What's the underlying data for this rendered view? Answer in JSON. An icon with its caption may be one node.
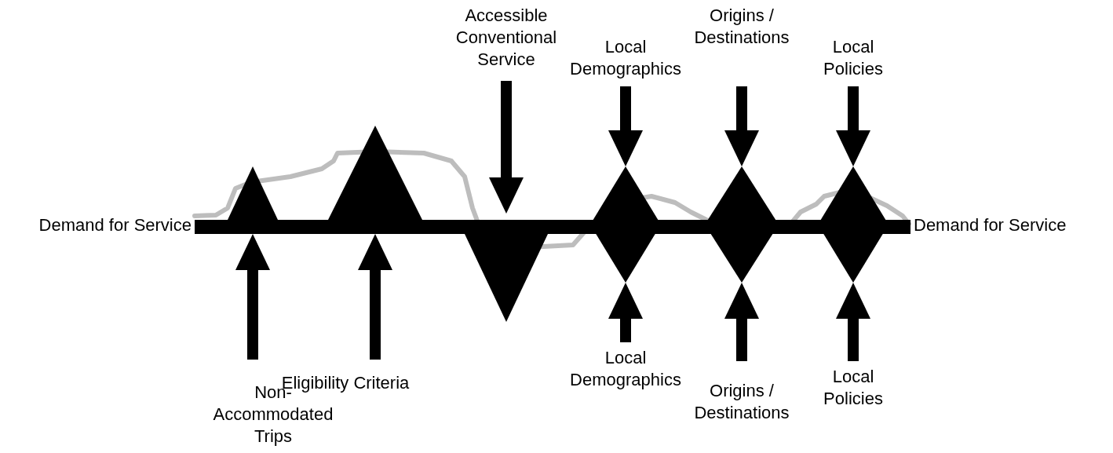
{
  "diagram": {
    "nodes": [
      {
        "text": [],
        "shape": "triangle"
      },
      {
        "text": [],
        "shape": "triangle"
      },
      {
        "text": [],
        "shape": "triangle"
      },
      {
        "text": [],
        "shape": "diamond"
      },
      {
        "text": [],
        "shape": "diamond"
      },
      {
        "text": [],
        "shape": "diamond"
      },
      {
        "text": [
          "Accessible Conventional Service"
        ]
      },
      {
        "text": [
          "Local Demographics"
        ]
      },
      {
        "text": [
          "Origins / Destinations"
        ]
      },
      {
        "text": [
          "Local Policies"
        ]
      },
      {
        "text": [
          "Non-Accommodated Trips"
        ]
      },
      {
        "text": [
          "Eligibility Criteria"
        ]
      },
      {
        "text": [
          "Local Demographics"
        ]
      },
      {
        "text": [
          "Origins / Destinations"
        ]
      },
      {
        "text": [
          "Local Policies"
        ]
      },
      {
        "text": [],
        "shape": "bar"
      }
    ],
    "edges": [
      {
        "from": 6,
        "to": 2,
        "arrow": "to"
      },
      {
        "from": 7,
        "to": 3,
        "arrow": "to"
      },
      {
        "from": 8,
        "to": 4,
        "arrow": "to"
      },
      {
        "from": 9,
        "to": 5,
        "arrow": "to"
      },
      {
        "from": 10,
        "to": 0,
        "arrow": "to"
      },
      {
        "from": 11,
        "to": 1,
        "arrow": "to"
      },
      {
        "from": 12,
        "to": 3,
        "arrow": "to"
      },
      {
        "from": 13,
        "to": 4,
        "arrow": "to"
      },
      {
        "from": 14,
        "to": 5,
        "arrow": "to"
      }
    ],
    "labels": [
      "Demand for Service",
      "Demand for Service"
    ]
  }
}
